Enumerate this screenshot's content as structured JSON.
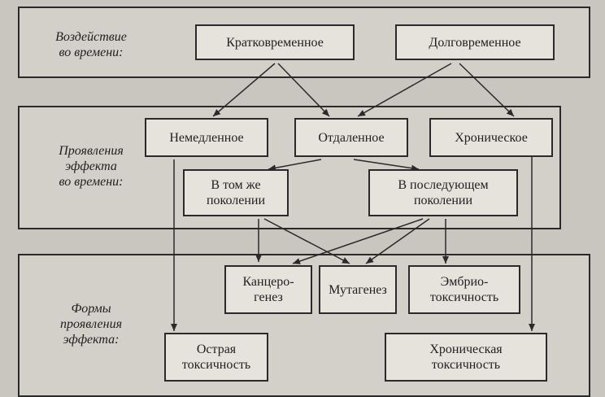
{
  "sections": {
    "time_impact": "Воздействие\nво времени:",
    "effect_in_time": "Проявления\nэффекта\nво времени:",
    "effect_forms": "Формы\nпроявления\nэффекта:"
  },
  "nodes": {
    "short_term": "Кратковременное",
    "long_term": "Долговременное",
    "immediate": "Немедленное",
    "delayed": "Отдаленное",
    "chronic": "Хроническое",
    "same_generation": "В том же\nпоколении",
    "next_generation": "В последующем\nпоколении",
    "carcinogenesis": "Канцеро-\nгенез",
    "mutagenesis": "Мутагенез",
    "embryotoxicity": "Эмбрио-\nтоксичность",
    "acute_toxicity": "Острая\nтоксичность",
    "chronic_toxicity": "Хроническая\nтоксичность"
  },
  "colors": {
    "background": "#c9c6bf",
    "panel": "#d3d0c9",
    "box": "#e6e3dc",
    "line": "#2a2a2a"
  }
}
